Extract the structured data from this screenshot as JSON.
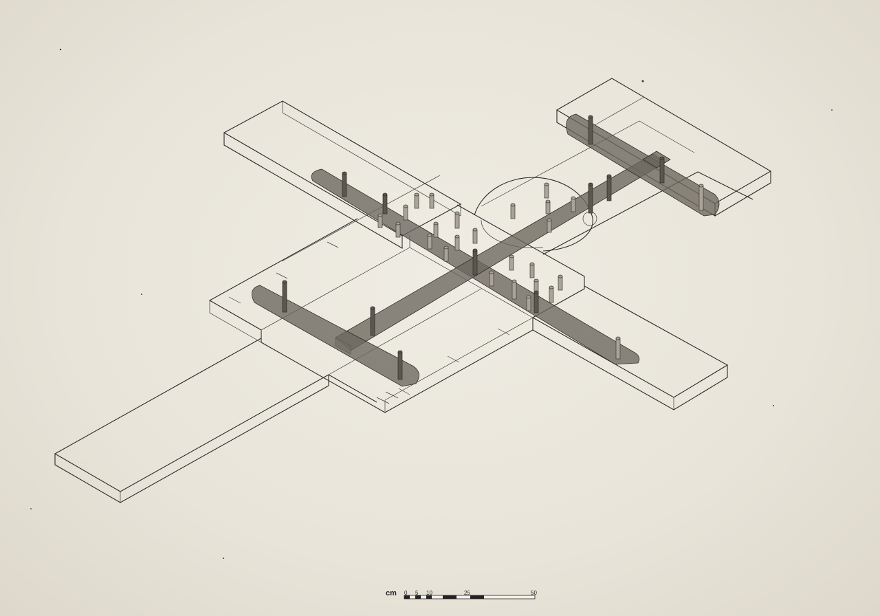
{
  "scale_bar": {
    "unit": "cm",
    "ticks": [
      "0",
      "5",
      "10",
      "25",
      "50"
    ]
  },
  "colors": {
    "paper": "#e9e5da",
    "ink": "#2a2a2a",
    "beam": "#6b665d"
  }
}
